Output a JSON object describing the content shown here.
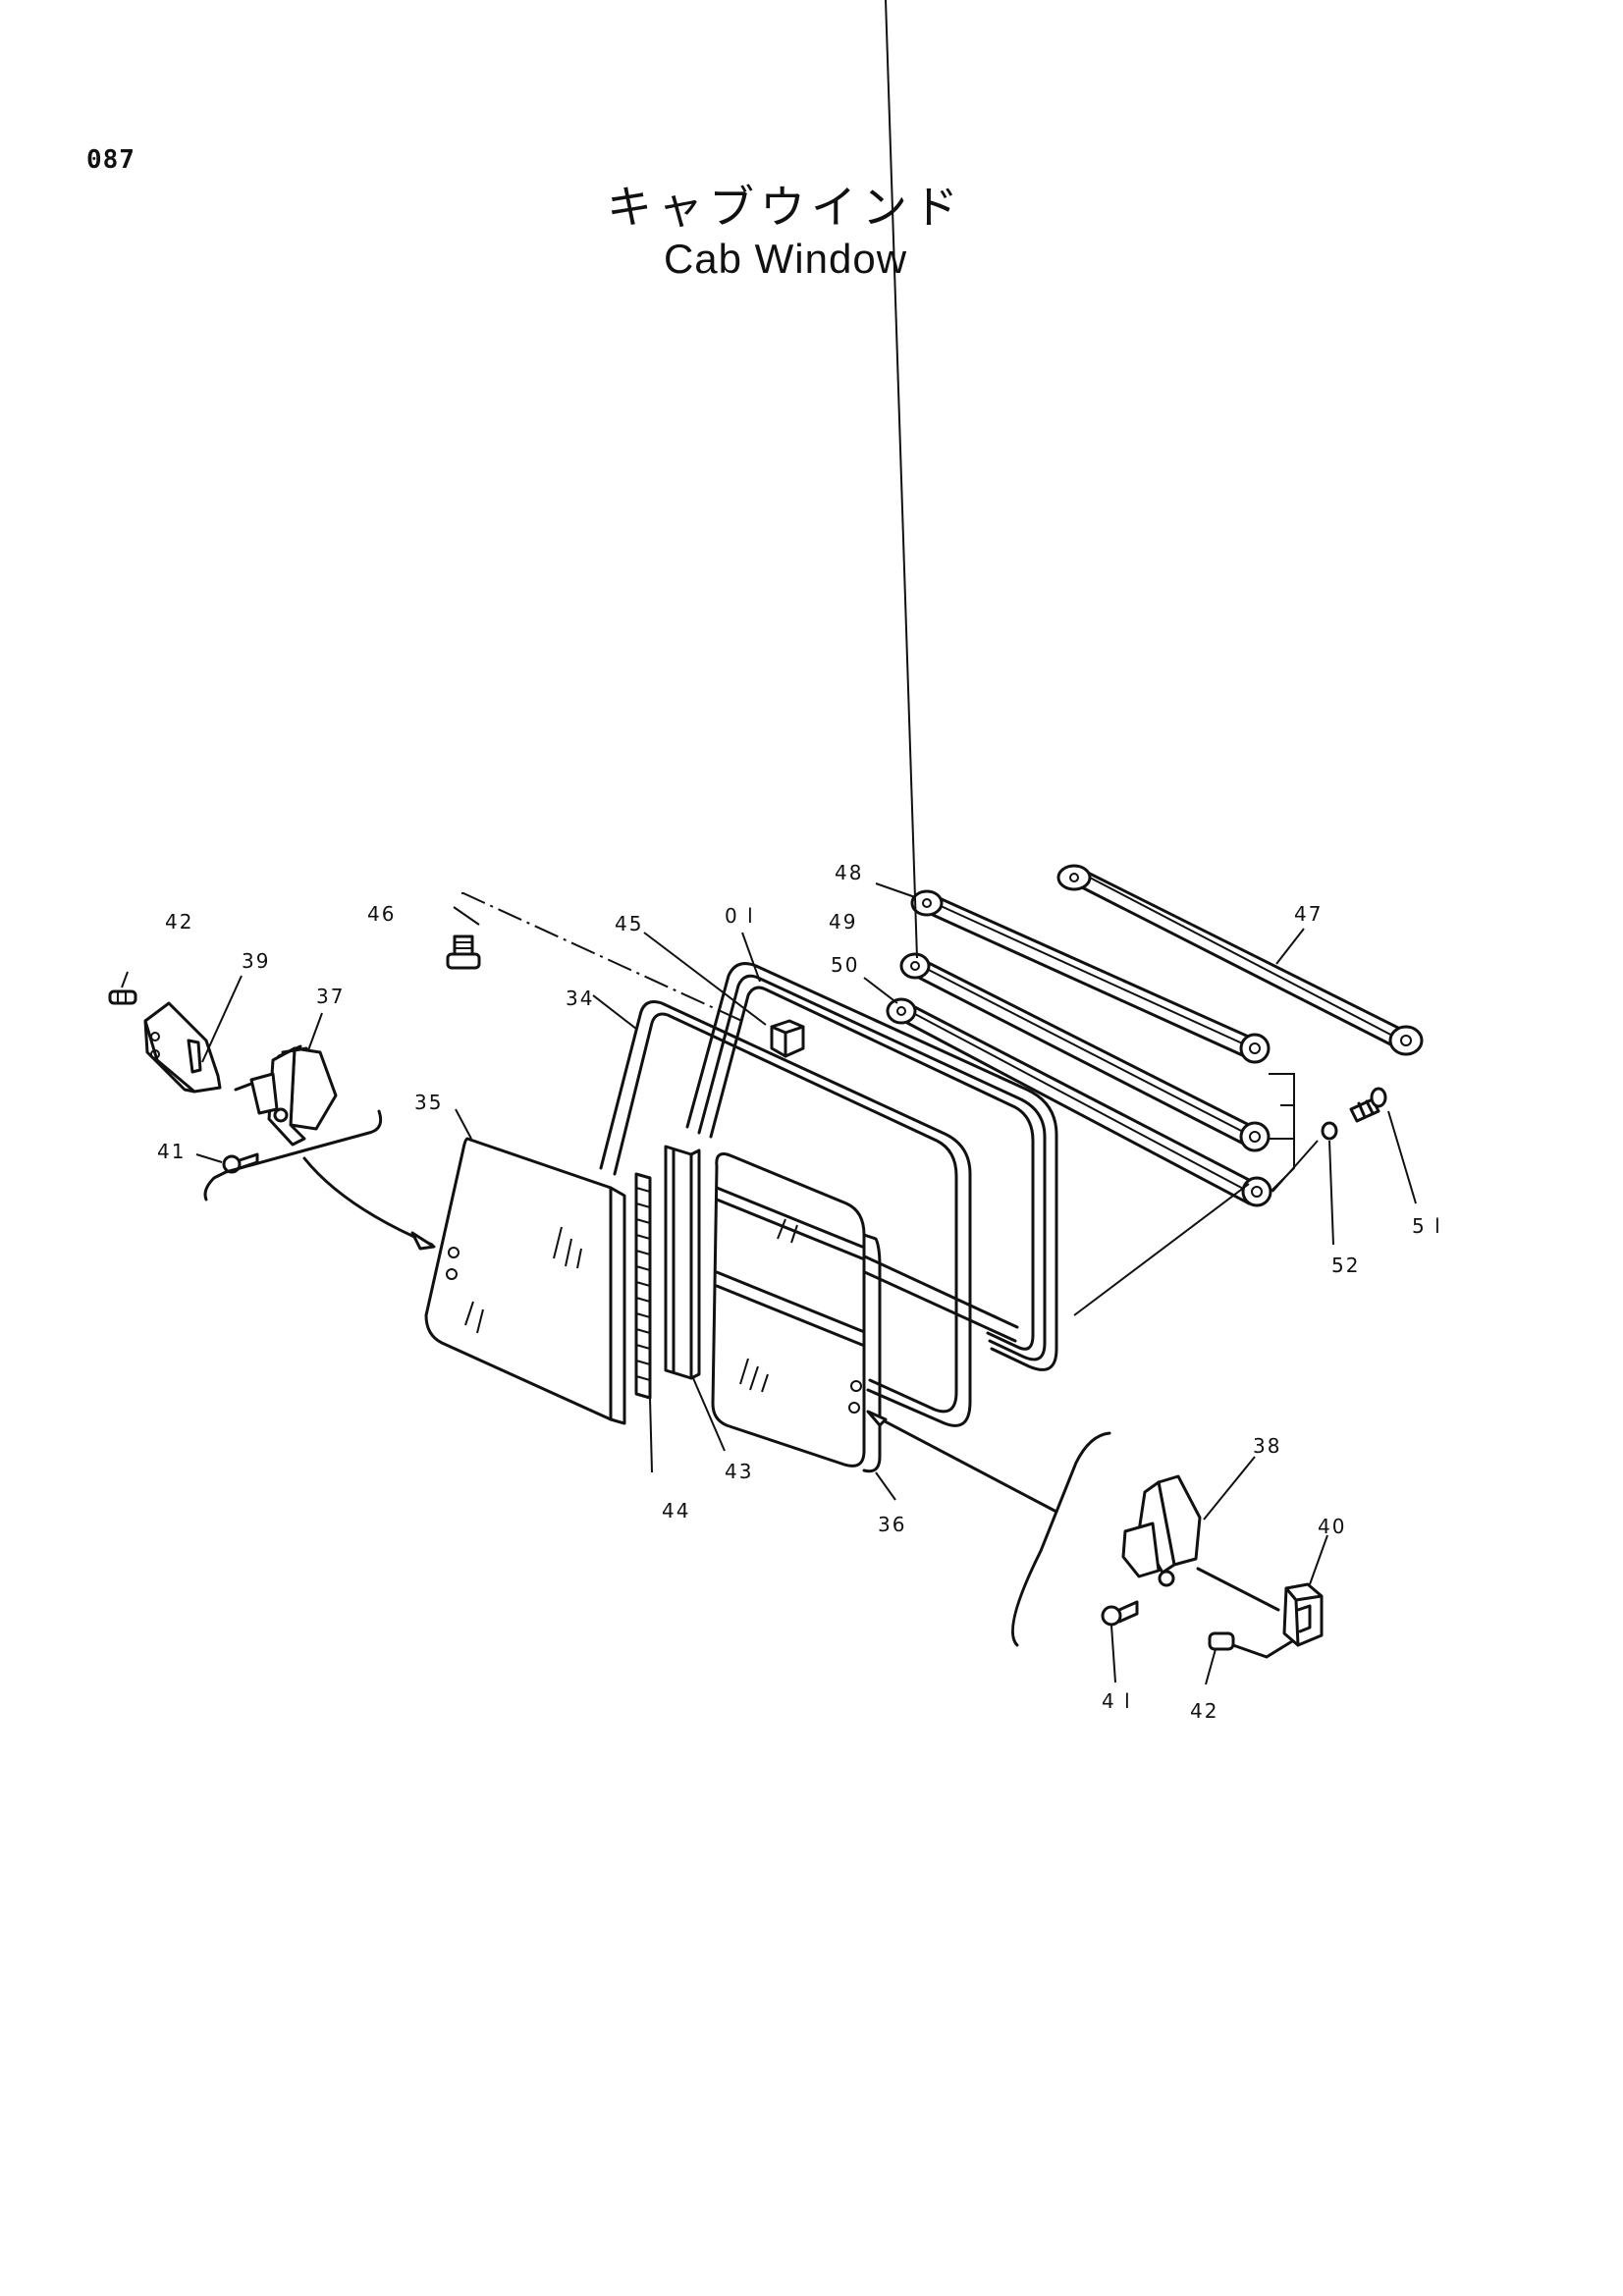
{
  "header": {
    "page_number": "087",
    "title_jp": "キャブウインド",
    "title_en": "Cab Window"
  },
  "callouts": {
    "c01": "0 l",
    "c34": "34",
    "c35": "35",
    "c36": "36",
    "c37": "37",
    "c38": "38",
    "c39": "39",
    "c40": "40",
    "c41a": "41",
    "c41b": "4 l",
    "c42a": "42",
    "c42b": "42",
    "c43": "43",
    "c44": "44",
    "c45": "45",
    "c46": "46",
    "c47": "47",
    "c48": "48",
    "c49": "49",
    "c50": "50",
    "c51": "5 l",
    "c52": "52"
  }
}
